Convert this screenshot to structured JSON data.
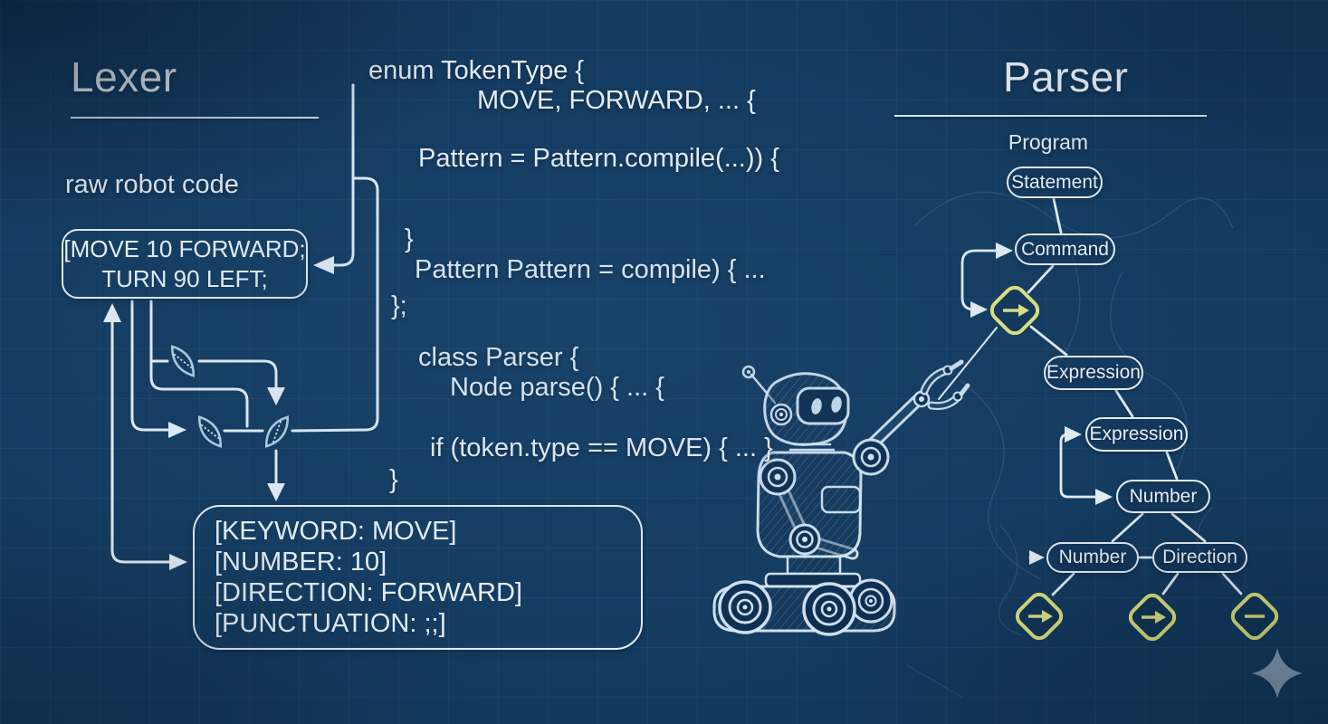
{
  "palette": {
    "background": "#133a5e",
    "line_white": "#ecf3f9",
    "accent_yellow": "#e6e87e",
    "leaf_stroke": "#b5d4e6",
    "sparkle_gray": "#8da3b8"
  },
  "lexer": {
    "title": "Lexer",
    "subtitle": "raw robot code",
    "raw_code_box": {
      "lines": [
        "[MOVE 10 FORWARD;",
        "TURN 90 LEFT;"
      ]
    },
    "token_box": {
      "lines": [
        "[KEYWORD: MOVE]",
        "[NUMBER: 10]",
        "[DIRECTION: FORWARD]",
        "[PUNCTUATION: ;;]"
      ]
    },
    "token_leaves": [
      "token-leaf",
      "token-leaf",
      "token-leaf"
    ]
  },
  "code": {
    "lines": [
      "enum TokenType {",
      "MOVE, FORWARD, ... {",
      "Pattern = Pattern.compile(...)) {",
      "}",
      "Pattern Pattern = compile) { ...",
      "};",
      "class Parser {",
      "Node parse() { ... {",
      "if (token.type == MOVE) { ... }",
      "}"
    ]
  },
  "parser": {
    "title": "Parser",
    "root": "Program",
    "nodes": [
      "Statement",
      "Command",
      "Expression",
      "Expression",
      "Number",
      "Number",
      "Direction"
    ],
    "loop_terminal": {
      "symbol": "arrow-right"
    },
    "terminals": [
      {
        "symbol": "arrow-right"
      },
      {
        "symbol": "arrow-right"
      },
      {
        "symbol": "dash"
      }
    ]
  },
  "illustration": {
    "robot": "robot-sketch",
    "sparkle": "sparkle-star"
  }
}
